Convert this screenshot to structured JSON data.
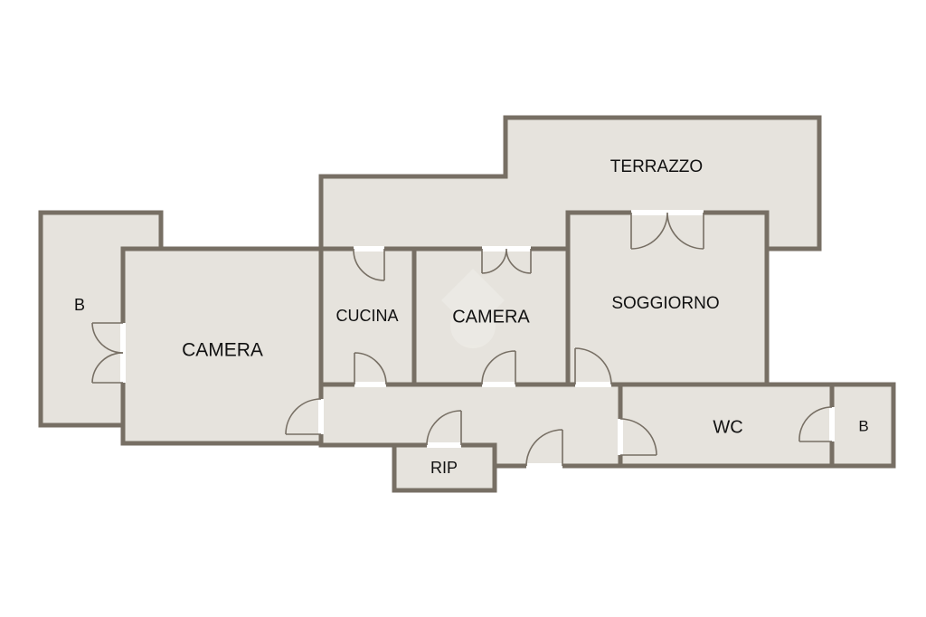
{
  "rooms": {
    "terrazzo": "TERRAZZO",
    "b_left": "B",
    "camera_large": "CAMERA",
    "cucina": "CUCINA",
    "camera_small": "CAMERA",
    "soggiorno": "SOGGIORNO",
    "rip": "RIP",
    "wc": "WC",
    "b_right": "B"
  },
  "colors": {
    "wall": "#776f64",
    "floor": "#e6e3dd"
  }
}
